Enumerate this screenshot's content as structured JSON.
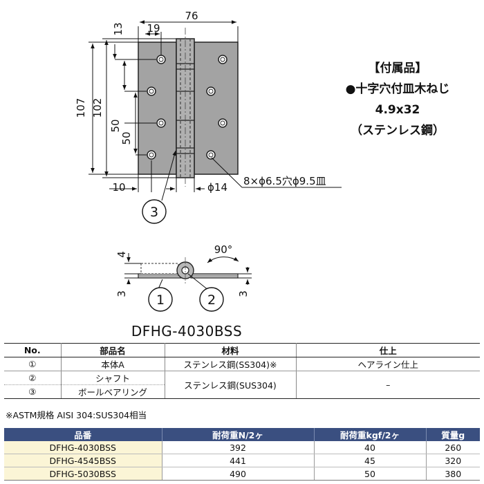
{
  "drawing": {
    "dims": {
      "width_76": "76",
      "w_19": "19",
      "w_13": "13",
      "h_107": "107",
      "h_102": "102",
      "h_50a": "50",
      "h_50b": "50",
      "w_10": "10",
      "phi14": "ϕ14",
      "holes_note": "8×ϕ6.5穴ϕ9.5皿",
      "angle_90": "90°",
      "t_4": "4",
      "t_3a": "3",
      "t_3b": "3"
    },
    "callouts": {
      "c1": "1",
      "c2": "2",
      "c3": "3"
    }
  },
  "accessory": {
    "title": "【付属品】",
    "line1": "●十字穴付皿木ねじ",
    "line2": "4.9x32",
    "line3": "（ステンレス鋼）"
  },
  "model_title": "DFHG-4030BSS",
  "parts_table": {
    "headers": [
      "No.",
      "部品名",
      "材料",
      "仕上"
    ],
    "rows": [
      {
        "no": "①",
        "name": "本体A",
        "material": "ステンレス鋼(SS304)※",
        "finish": "ヘアライン仕上"
      },
      {
        "no": "②",
        "name": "シャフト"
      },
      {
        "no": "③",
        "name": "ボールベアリング"
      }
    ],
    "shared_material": "ステンレス鋼(SUS304)",
    "shared_finish": "–"
  },
  "footnote": "※ASTM規格 AISI 304:SUS304相当",
  "spec_table": {
    "headers": [
      "品番",
      "耐荷重N/2ヶ",
      "耐荷重kgf/2ヶ",
      "質量g"
    ],
    "rows": [
      {
        "model": "DFHG-4030BSS",
        "load_n": "392",
        "load_kgf": "40",
        "mass": "260"
      },
      {
        "model": "DFHG-4545BSS",
        "load_n": "441",
        "load_kgf": "45",
        "mass": "320"
      },
      {
        "model": "DFHG-5030BSS",
        "load_n": "490",
        "load_kgf": "50",
        "mass": "380"
      }
    ]
  },
  "colors": {
    "plate": "#a3a3a3",
    "header_bg": "#3a4f80",
    "model_cell_bg": "#fbf5d6"
  }
}
